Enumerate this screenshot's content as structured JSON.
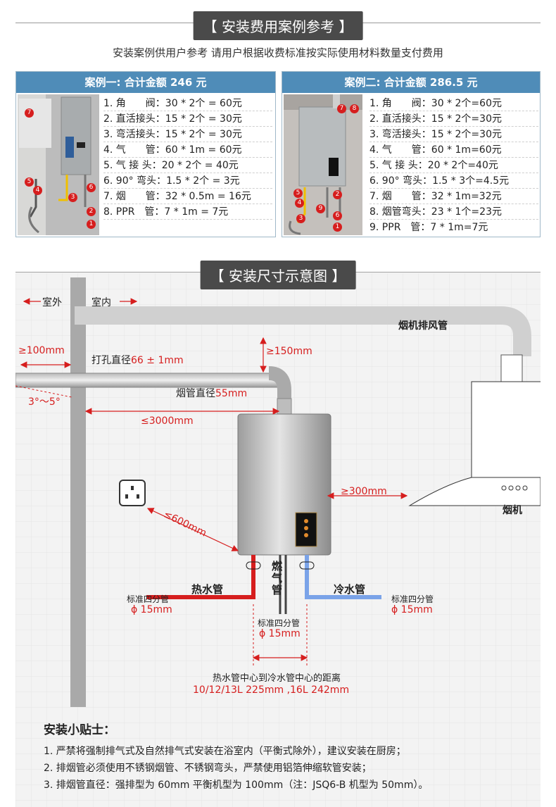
{
  "section1": {
    "title": "【 安装费用案例参考 】",
    "subtitle": "安装案例供用户参考 请用户根据收费标准按实际使用材料数量支付费用"
  },
  "case1": {
    "header": "案例一: 合计金额 246 元",
    "items": [
      "1. 角　　阀：30 * 2个 = 60元",
      "2. 直活接头：15 * 2个 = 30元",
      "3. 弯活接头：15 * 2个 = 30元",
      "4. 气　　管：60 * 1m = 60元",
      "5. 气 接 头：20 * 2个 = 40元",
      "6. 90° 弯头：1.5 * 2个 = 3元",
      "7. 烟　　管：32 * 0.5m = 16元",
      "8. PPR　管：7 * 1m = 7元"
    ],
    "badges": [
      "7",
      "5",
      "4",
      "3",
      "6",
      "2",
      "1"
    ]
  },
  "case2": {
    "header": "案例二: 合计金额 286.5 元",
    "items": [
      "1. 角　　阀：30 * 2个=60元",
      "2. 直活接头：15 * 2个=30元",
      "3. 弯活接头：15 * 2个=30元",
      "4. 气　　管：60 * 1m=60元",
      "5. 气 接 头：20 * 2个=40元",
      "6. 90° 弯头：1.5 * 3个=4.5元",
      "7. 烟　　管：32 * 1m=32元",
      "8. 烟管弯头：23 * 1个=23元",
      "9. PPR　管：7 * 1m=7元"
    ],
    "badges": [
      "7",
      "8",
      "5",
      "2",
      "4",
      "9",
      "3",
      "6",
      "1"
    ]
  },
  "section2": {
    "title": "【 安装尺寸示意图 】"
  },
  "diagram": {
    "outdoor": "室外",
    "indoor": "室内",
    "exhaust_duct": "烟机排风管",
    "dim_100": "≥100mm",
    "hole_label": "打孔直径",
    "hole_value": "66 ± 1mm",
    "dim_150": "≥150mm",
    "flue_label": "烟管直径",
    "flue_value": "55mm",
    "angle": "3°～5°",
    "dim_3000": "≤3000mm",
    "dim_300": "≥300mm",
    "range_hood": "烟机",
    "dim_600": "≤600mm",
    "gas": "燃气管",
    "hot_pipe": "热水管",
    "cold_pipe": "冷水管",
    "std_pipe": "标准四分管",
    "phi15": "ϕ 15mm",
    "distance_label": "热水管中心到冷水管中心的距离",
    "distance_value": "10/12/13L 225mm ,16L 242mm"
  },
  "tips": {
    "title": "安装小贴士：",
    "items": [
      "1. 严禁将强制排气式及自然排气式安装在浴室内（平衡式除外），建议安装在厨房；",
      "2. 排烟管必须使用不锈钢烟管、不锈钢弯头，严禁使用铝箔伸缩软管安装；",
      "3. 排烟管直径：强排型为 60mm 平衡机型为 100mm（注：JSQ6-B 机型为 50mm）。"
    ]
  },
  "colors": {
    "accent_blue": "#4f8cb8",
    "red": "#d61e1e",
    "dark": "#4a4a4a",
    "cold_blue": "#7aa3e8"
  }
}
